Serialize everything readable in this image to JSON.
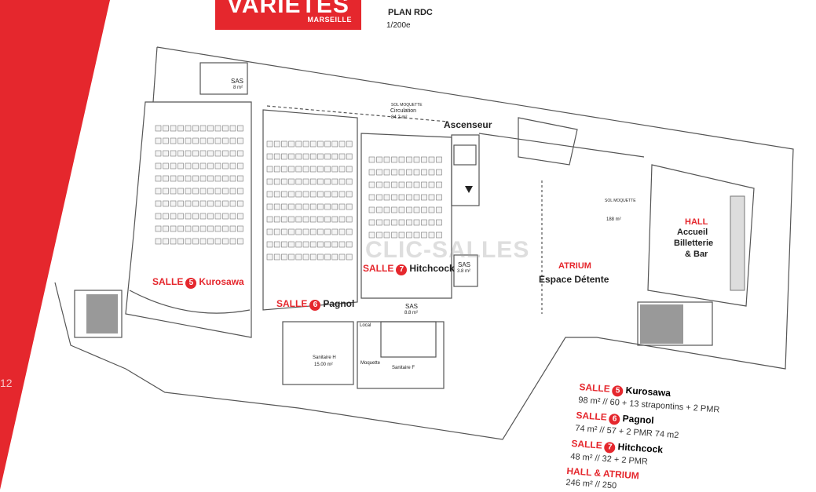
{
  "colors": {
    "brand_red": "#e5272d",
    "line": "#555555",
    "seat": "#7a7a7a"
  },
  "header": {
    "logo_main": "VARIÉTÉS",
    "logo_sub": "MARSEILLE",
    "plan_title": "PLAN RDC",
    "scale": "1/200e"
  },
  "watermark": "CLIC-SALLES",
  "page_number": "12",
  "rooms": {
    "salle5": {
      "word": "SALLE",
      "number": "5",
      "name": "Kurosawa"
    },
    "salle6": {
      "word": "SALLE",
      "number": "6",
      "name": "Pagnol"
    },
    "salle7": {
      "word": "SALLE",
      "number": "7",
      "name": "Hitchcock"
    },
    "ascenseur": "Ascenseur",
    "atrium_title": "ATRIUM",
    "atrium_sub": "Espace Détente",
    "hall_title": "HALL",
    "hall_line1": "Accueil",
    "hall_line2": "Billetterie",
    "hall_line3": "& Bar",
    "sas": "SAS",
    "sas_area_top": "8 m²",
    "sas_area_7": "3.8 m²",
    "sas_area_bottom": "8.8 m²",
    "circulation_label": "SOL MOQUETTE",
    "circulation": "Circulation",
    "circulation_area": "84.2 m²",
    "atrium_sol": "SOL MOQUETTE",
    "atrium_area": "188 m²",
    "sanitaire_h": "Sanitaire H",
    "sanitaire_h_area": "15.00 m²",
    "sanitaire_f": "Sanitaire F",
    "local": "Local",
    "moquette": "Moquette"
  },
  "legend": [
    {
      "word": "SALLE",
      "number": "5",
      "name": "Kurosawa",
      "details": "98 m²  //  60 + 13 strapontins + 2 PMR"
    },
    {
      "word": "SALLE",
      "number": "6",
      "name": "Pagnol",
      "details": "74 m²  //  57 + 2 PMR    74 m2"
    },
    {
      "word": "SALLE",
      "number": "7",
      "name": "Hitchcock",
      "details": "48 m²  //  32 + 2 PMR"
    },
    {
      "word": "HALL & ATRIUM",
      "number": "",
      "name": "",
      "details": "246 m²  //  250"
    }
  ]
}
